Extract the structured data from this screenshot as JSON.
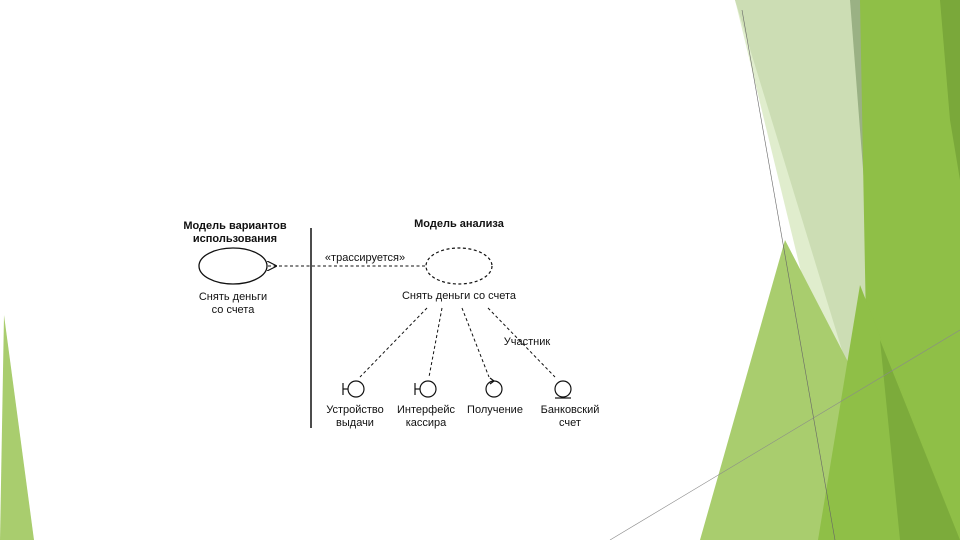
{
  "colors": {
    "green_light": "#a9cd6e",
    "green_mid": "#8fbf47",
    "green_dark": "#7aa83a",
    "green_gray": "#8fa877",
    "line": "#111111"
  },
  "diagram": {
    "left_title_line1": "Модель вариантов",
    "left_title_line2": "использования",
    "right_title": "Модель анализа",
    "left_usecase_line1": "Снять деньги",
    "left_usecase_line2": "со счета",
    "trace_label": "«трассируется»",
    "right_usecase_label": "Снять деньги со счета",
    "participant_label": "Участник",
    "classes": [
      {
        "line1": "Устройство",
        "line2": "выдачи",
        "stereotype": "boundary"
      },
      {
        "line1": "Интерфейс",
        "line2": "кассира",
        "stereotype": "boundary"
      },
      {
        "line1": "Получение",
        "line2": "",
        "stereotype": "control"
      },
      {
        "line1": "Банковский",
        "line2": "счет",
        "stereotype": "entity"
      }
    ]
  }
}
